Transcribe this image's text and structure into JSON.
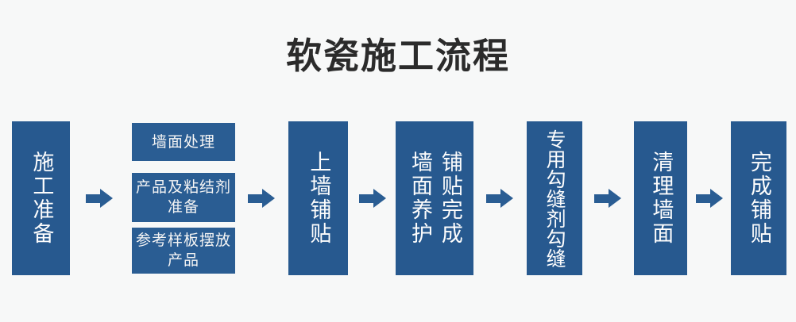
{
  "page": {
    "title": "软瓷施工流程",
    "background_color": "#f7f8f8",
    "box_color": "#27598f",
    "text_color": "#fdfdfd",
    "arrow_color": "#2a5d93",
    "title_color": "#2b2b2b"
  },
  "flow": {
    "steps": [
      {
        "id": "step-1",
        "label": "施工准备",
        "columns": [
          "施工准备"
        ],
        "type": "box"
      },
      {
        "id": "step-2",
        "label": "墙面处理 / 产品及粘结剂准备 / 参考样板摆放产品",
        "type": "sub-group",
        "sub_boxes": [
          {
            "id": "sub-1",
            "label": "墙面处理"
          },
          {
            "id": "sub-2",
            "label": "产品及粘结剂准备"
          },
          {
            "id": "sub-3",
            "label": "参考样板摆放产品"
          }
        ]
      },
      {
        "id": "step-3",
        "label": "上墙铺贴",
        "columns": [
          "上墙铺贴"
        ],
        "type": "box"
      },
      {
        "id": "step-4",
        "label": "铺贴完成 墙面养护",
        "columns": [
          "铺贴完成",
          "墙面养护"
        ],
        "type": "box"
      },
      {
        "id": "step-5",
        "label": "专用勾缝剂勾缝",
        "columns": [
          "专用勾缝剂勾缝"
        ],
        "type": "box"
      },
      {
        "id": "step-6",
        "label": "清理墙面",
        "columns": [
          "清理墙面"
        ],
        "type": "box"
      },
      {
        "id": "step-7",
        "label": "完成铺贴",
        "columns": [
          "完成铺贴"
        ],
        "type": "box"
      }
    ],
    "arrows": [
      {
        "id": "arrow-1",
        "from": "step-1",
        "to": "step-2",
        "direction": "right"
      },
      {
        "id": "arrow-2",
        "from": "step-2",
        "to": "step-3",
        "direction": "right"
      },
      {
        "id": "arrow-3",
        "from": "step-3",
        "to": "step-4",
        "direction": "right"
      },
      {
        "id": "arrow-4",
        "from": "step-4",
        "to": "step-5",
        "direction": "right"
      },
      {
        "id": "arrow-5",
        "from": "step-5",
        "to": "step-6",
        "direction": "right"
      },
      {
        "id": "arrow-6",
        "from": "step-6",
        "to": "step-7",
        "direction": "right"
      }
    ]
  }
}
